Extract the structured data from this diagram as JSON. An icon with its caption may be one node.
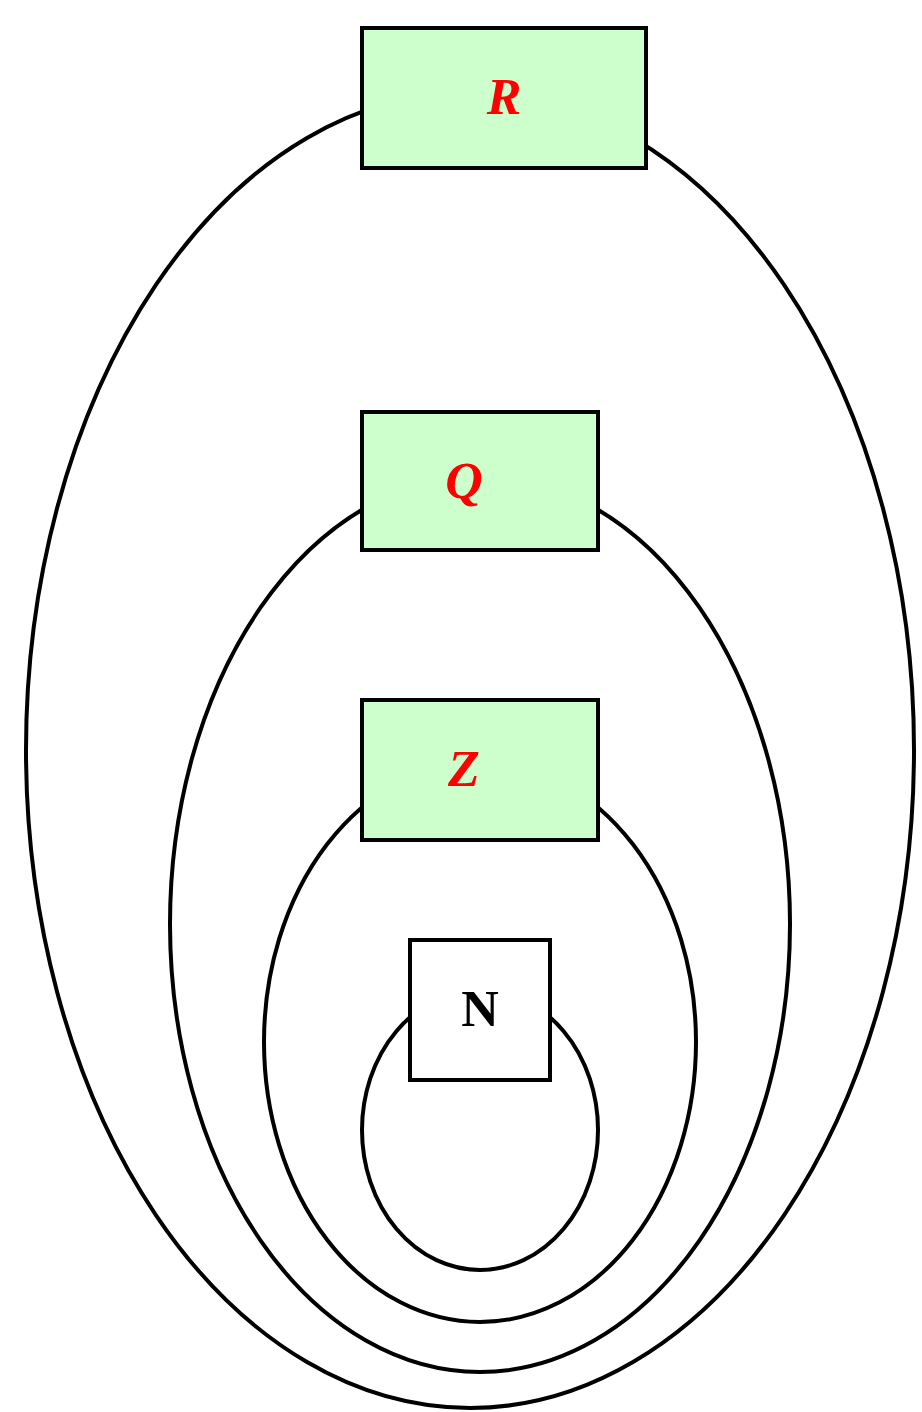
{
  "diagram": {
    "nodes": [
      {
        "text": [
          "R"
        ]
      },
      {
        "text": [
          "Q"
        ],
        "in": 0
      },
      {
        "text": [
          "Z"
        ],
        "in": 1
      },
      {
        "text": [
          "N"
        ],
        "in": 2
      }
    ]
  }
}
